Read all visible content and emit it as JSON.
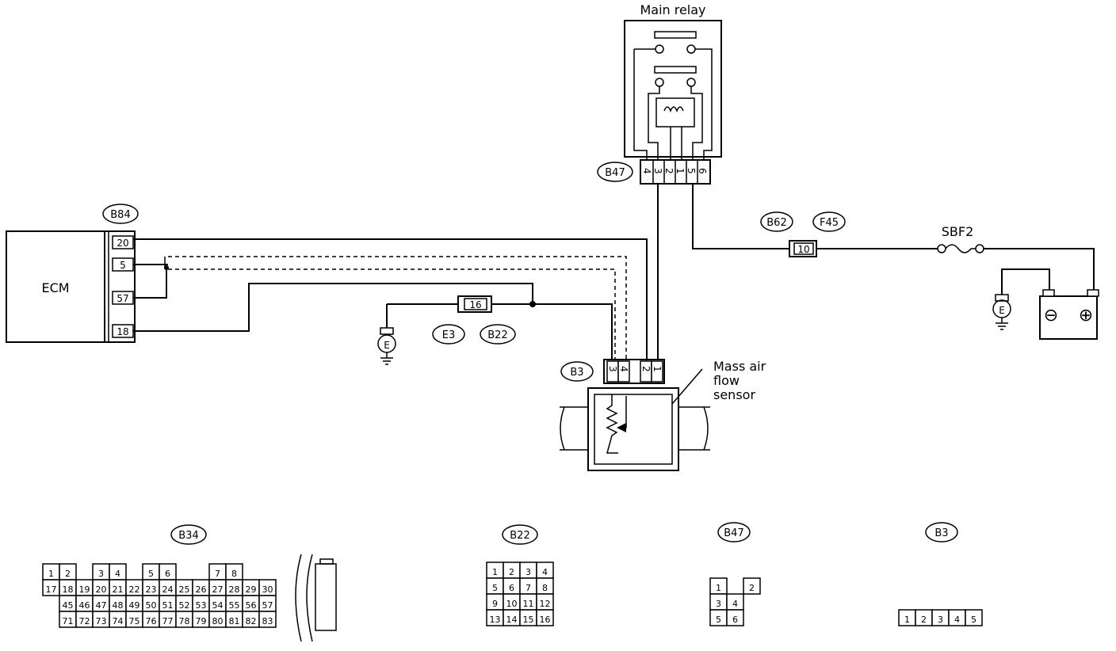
{
  "labels": {
    "ecm": "ECM",
    "main_relay": "Main relay",
    "mass_air_flow_sensor": [
      "Mass air",
      "flow",
      "sensor"
    ],
    "sbf2": "SBF2",
    "ground_symbol": "E"
  },
  "connectors": {
    "b84": "B84",
    "b47": "B47",
    "b62": "B62",
    "f45": "F45",
    "e3": "E3",
    "b22": "B22",
    "b3": "B3"
  },
  "pins": {
    "ecm": [
      "20",
      "5",
      "57",
      "18"
    ],
    "b47_relay": [
      "4",
      "3",
      "2",
      "1",
      "5",
      "6"
    ],
    "b3_sensor": [
      "3",
      "4",
      "2",
      "1"
    ],
    "b62_f45": "10",
    "e3_b22": "16"
  },
  "battery": {
    "minus": "⊖",
    "plus": "⊕"
  },
  "connector_views": {
    "b34": {
      "title": "B34",
      "rows": [
        [
          "1",
          "2",
          "",
          "3",
          "4",
          "",
          "5",
          "6",
          "",
          "",
          "7",
          "8",
          ""
        ],
        [
          "17",
          "18",
          "19",
          "20",
          "21",
          "22",
          "23",
          "24",
          "25",
          "26",
          "27",
          "28",
          "29",
          "30"
        ],
        [
          "45",
          "46",
          "47",
          "48",
          "49",
          "50",
          "51",
          "52",
          "53",
          "54",
          "55",
          "56",
          "57"
        ],
        [
          "71",
          "72",
          "73",
          "74",
          "75",
          "76",
          "77",
          "78",
          "79",
          "80",
          "81",
          "82",
          "83"
        ]
      ]
    },
    "b22": {
      "title": "B22",
      "rows": [
        [
          "1",
          "2",
          "3",
          "4"
        ],
        [
          "5",
          "6",
          "7",
          "8"
        ],
        [
          "9",
          "10",
          "11",
          "12"
        ],
        [
          "13",
          "14",
          "15",
          "16"
        ]
      ]
    },
    "b47": {
      "title": "B47",
      "rows": [
        [
          "1",
          "",
          "2"
        ],
        [
          "3",
          "4"
        ],
        [
          "5",
          "6"
        ]
      ]
    },
    "b3": {
      "title": "B3",
      "cells": [
        "1",
        "2",
        "3",
        "4",
        "5"
      ]
    }
  }
}
